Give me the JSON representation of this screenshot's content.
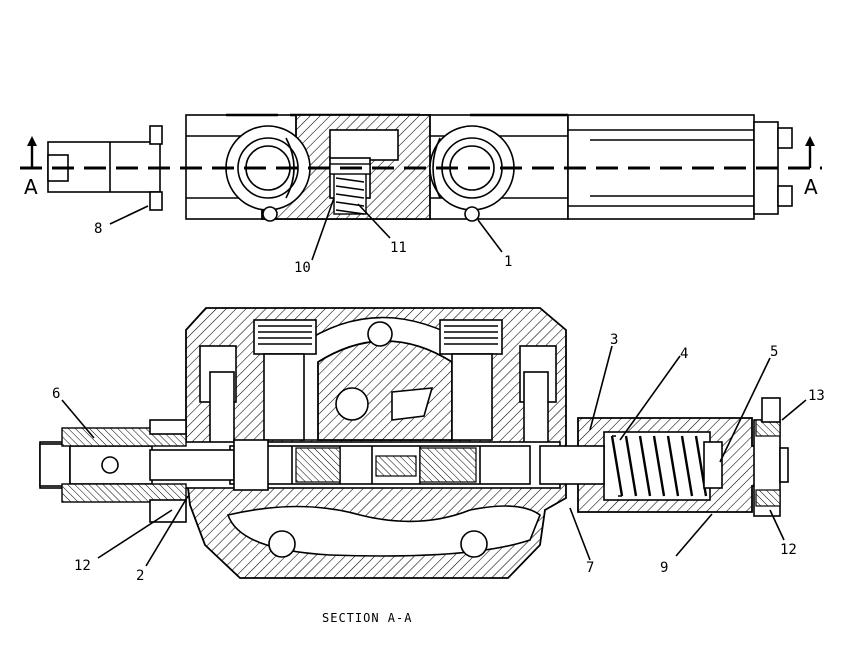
{
  "caption": "SECTION A-A",
  "section_markers": {
    "left": "A",
    "right": "A"
  },
  "callouts": [
    {
      "id": "c1",
      "text": "1"
    },
    {
      "id": "c2",
      "text": "2"
    },
    {
      "id": "c3",
      "text": "3"
    },
    {
      "id": "c4",
      "text": "4"
    },
    {
      "id": "c5",
      "text": "5"
    },
    {
      "id": "c6",
      "text": "6"
    },
    {
      "id": "c7",
      "text": "7"
    },
    {
      "id": "c8",
      "text": "8"
    },
    {
      "id": "c9",
      "text": "9"
    },
    {
      "id": "c10",
      "text": "10"
    },
    {
      "id": "c11",
      "text": "11"
    },
    {
      "id": "c12a",
      "text": "12"
    },
    {
      "id": "c12b",
      "text": "12"
    },
    {
      "id": "c13",
      "text": "13"
    }
  ]
}
